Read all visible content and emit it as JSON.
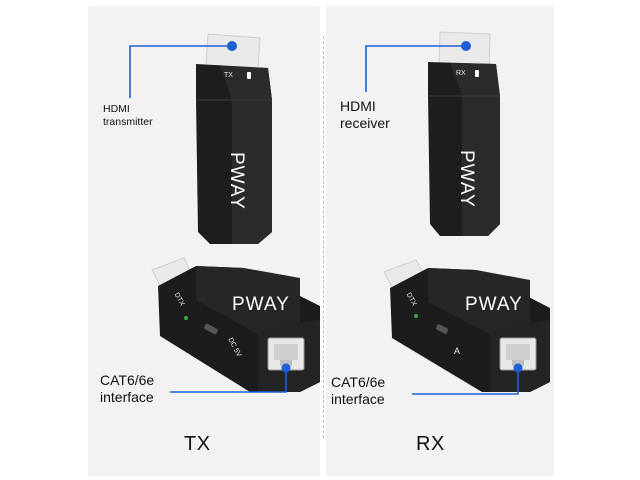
{
  "colors": {
    "accent": "#1f5fd6",
    "device_body": "#1b1b1b",
    "device_face": "#2a2a2a",
    "connector": "#e9e9e9",
    "background_panel": "#f2f2f2"
  },
  "transmitter": {
    "dongle_badge": "TX",
    "brand": "PWAY",
    "label_line1": "HDMI",
    "label_line2": "transmitter",
    "box_brand": "PWAY",
    "box_port_text1": "DTX",
    "box_port_text2": "DC 5V",
    "interface_line1": "CAT6/6e",
    "interface_line2": "interface",
    "caption": "TX"
  },
  "receiver": {
    "dongle_badge": "RX",
    "brand": "PWAY",
    "label_line1": "HDMI",
    "label_line2": "receiver",
    "box_brand": "PWAY",
    "box_port_text1": "DTX",
    "box_port_text2": "A",
    "interface_line1": "CAT6/6e",
    "interface_line2": "interface",
    "caption": "RX"
  }
}
